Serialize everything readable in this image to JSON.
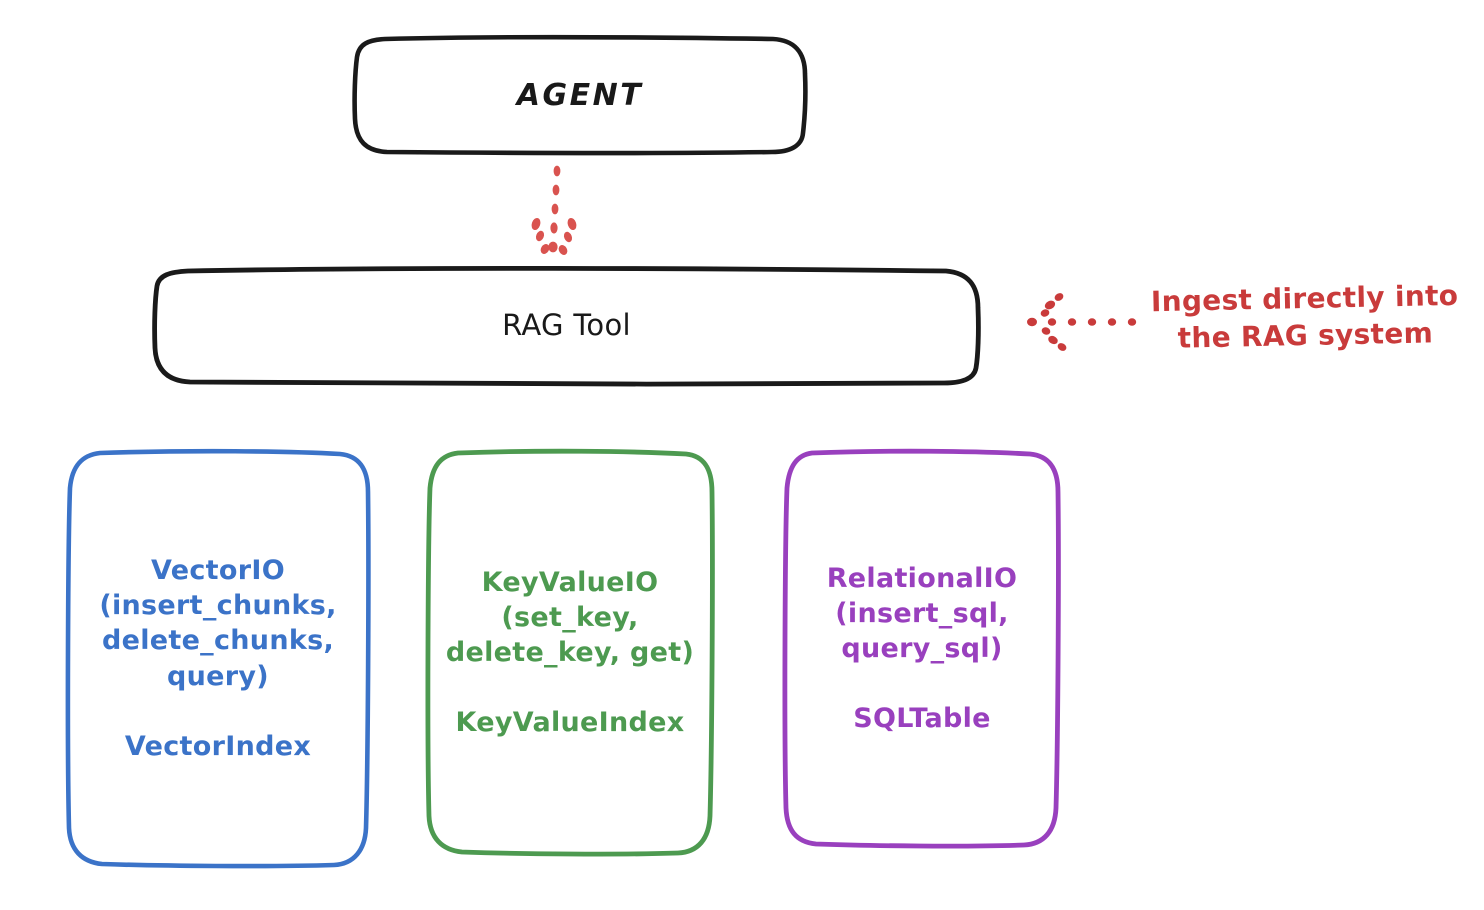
{
  "diagram": {
    "title_nodes": {
      "agent": {
        "label": "AGENT"
      },
      "rag_tool": {
        "label": "RAG Tool"
      }
    },
    "api_boxes": [
      {
        "id": "vector-io",
        "name": "VectorIO",
        "methods": "(insert_chunks,\ndelete_chunks,\nquery)",
        "index": "VectorIndex",
        "text": "VectorIO\n(insert_chunks,\ndelete_chunks,\nquery)\n\nVectorIndex",
        "color": "#3B73C8"
      },
      {
        "id": "key-value-io",
        "name": "KeyValueIO",
        "methods": "(set_key,\ndelete_key, get)",
        "index": "KeyValueIndex",
        "text": "KeyValueIO\n(set_key,\ndelete_key, get)\n\nKeyValueIndex",
        "color": "#4D9A50"
      },
      {
        "id": "relational-io",
        "name": "RelationalIO",
        "methods": "(insert_sql,\nquery_sql)",
        "index": "SQLTable",
        "text": "RelationalIO\n(insert_sql,\nquery_sql)\n\nSQLTable",
        "color": "#9940BE"
      }
    ],
    "annotation": {
      "text": "Ingest directly into\nthe RAG system",
      "color": "#C93B3B"
    },
    "connectors": [
      {
        "id": "agent-to-rag-tool",
        "style": "dotted-arrow",
        "direction": "down",
        "color": "#D9534F"
      },
      {
        "id": "annotation-to-rag-tool",
        "style": "dotted-arrow",
        "direction": "left",
        "color": "#C93B3B"
      }
    ],
    "colors": {
      "stroke_black": "#1A1A1A",
      "blue": "#3B73C8",
      "green": "#4D9A50",
      "purple": "#9940BE",
      "red": "#C93B3B",
      "background": "#FFFFFF"
    }
  }
}
